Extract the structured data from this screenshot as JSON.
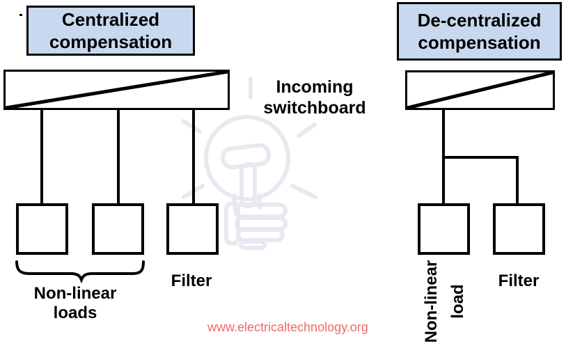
{
  "left_panel": {
    "title_line1": "Centralized",
    "title_line2": "compensation",
    "group_label_line1": "Non-linear",
    "group_label_line2": "loads",
    "filter_label": "Filter"
  },
  "right_panel": {
    "title_line1": "De-centralized",
    "title_line2": "compensation",
    "load_label_line1": "Non-linear",
    "load_label_line2": "load",
    "filter_label": "Filter"
  },
  "center": {
    "busbar_label_line1": "Incoming",
    "busbar_label_line2": "switchboard",
    "watermark_icon": "lightbulb-fist-logo"
  },
  "footer": {
    "website": "www.electricaltechnology.org"
  },
  "colors": {
    "box_fill": "#c7d8ef",
    "line": "#000000",
    "watermark": "#e8e8f0",
    "url_red": "#f2686a"
  }
}
